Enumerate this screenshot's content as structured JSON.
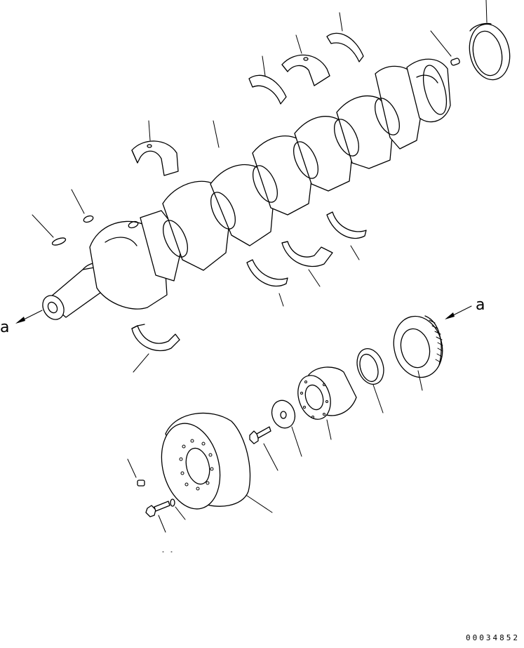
{
  "arrow_labels": {
    "left": "a",
    "right": "a"
  },
  "drawing_code": "00034852"
}
